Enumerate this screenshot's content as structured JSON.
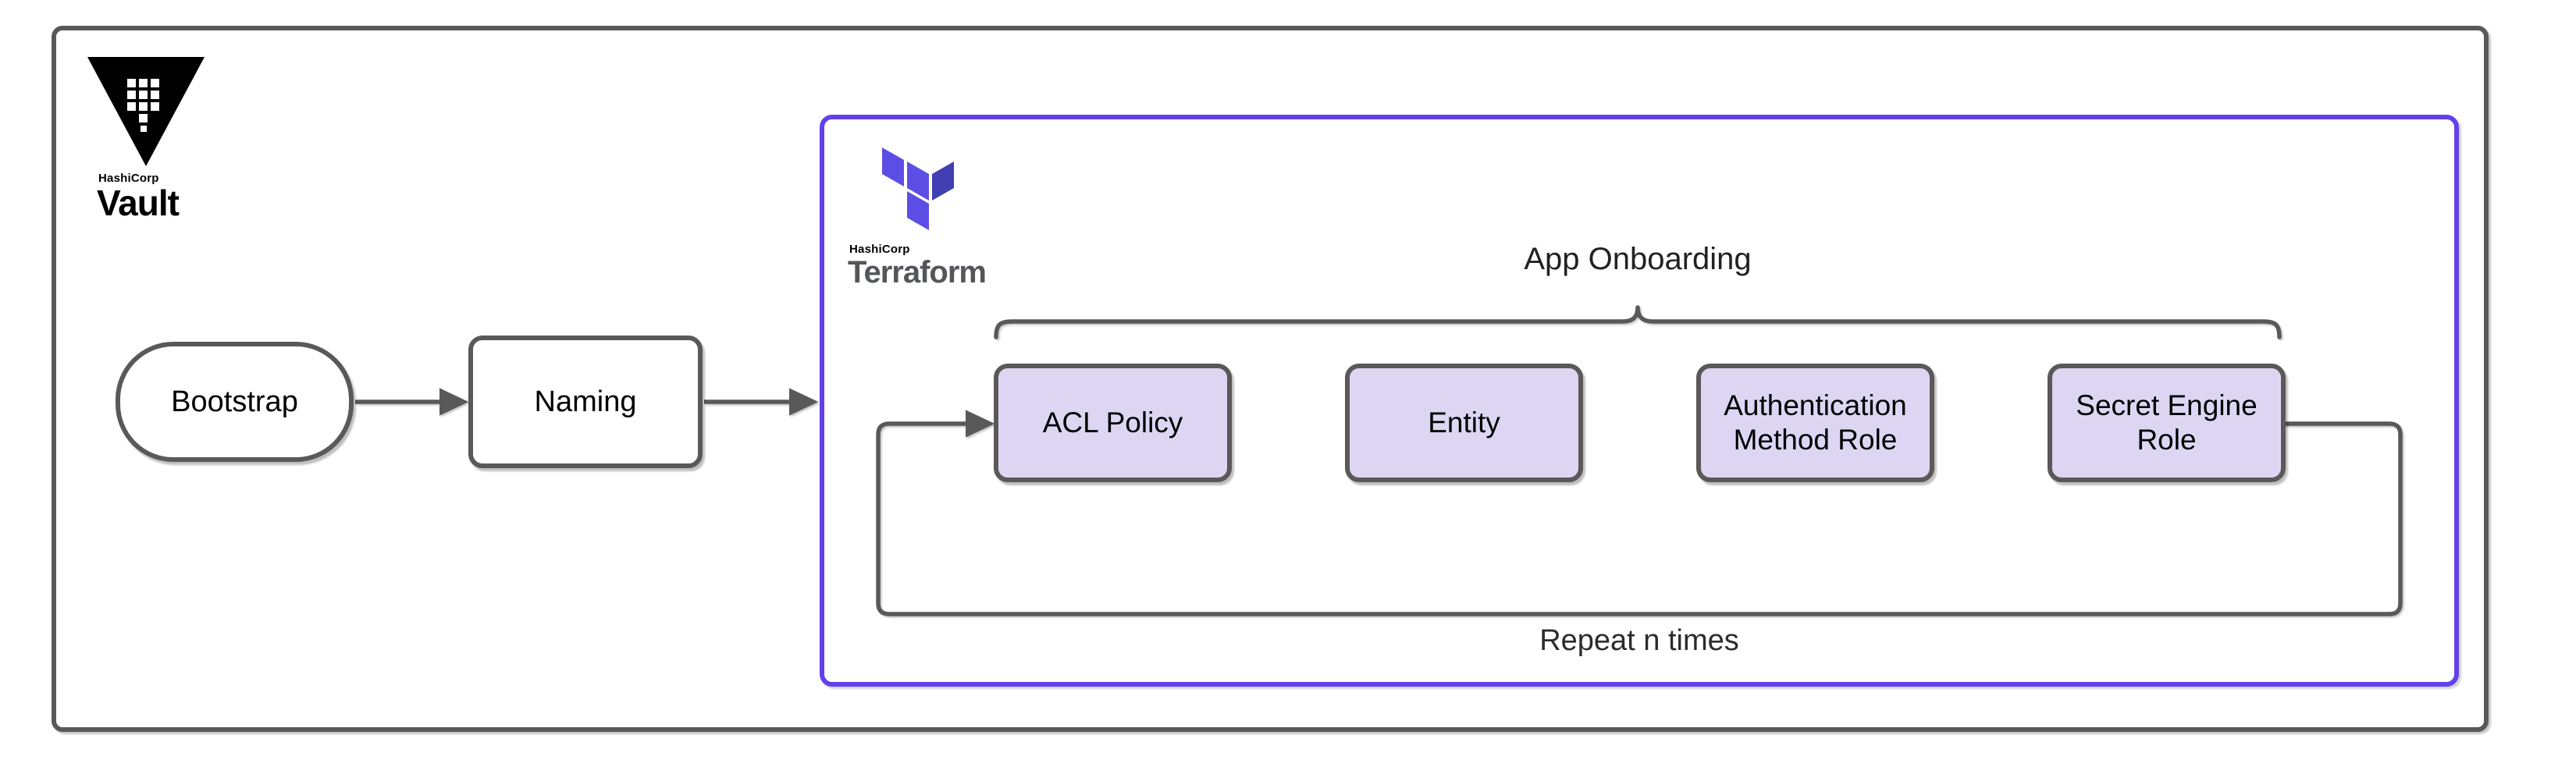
{
  "diagram": {
    "vault": {
      "brand": "HashiCorp",
      "product": "Vault"
    },
    "terraform": {
      "brand": "HashiCorp",
      "product": "Terraform"
    },
    "nodes": {
      "bootstrap": {
        "label": "Bootstrap"
      },
      "naming": {
        "label": "Naming"
      }
    },
    "onboarding": {
      "title": "App Onboarding",
      "steps": [
        {
          "label": "ACL Policy"
        },
        {
          "label": "Entity"
        },
        {
          "label": "Authentication Method Role"
        },
        {
          "label": "Secret Engine Role"
        }
      ],
      "loop_label": "Repeat n times"
    }
  },
  "colors": {
    "purple-border": "#6340E9",
    "step-fill": "#DDD6F3",
    "stroke-gray": "#595959",
    "tf-light": "#5C4EE5",
    "tf-dark": "#4040B2",
    "wordmark-gray": "#54565A",
    "logo-black": "#000000",
    "text": "#000000"
  }
}
